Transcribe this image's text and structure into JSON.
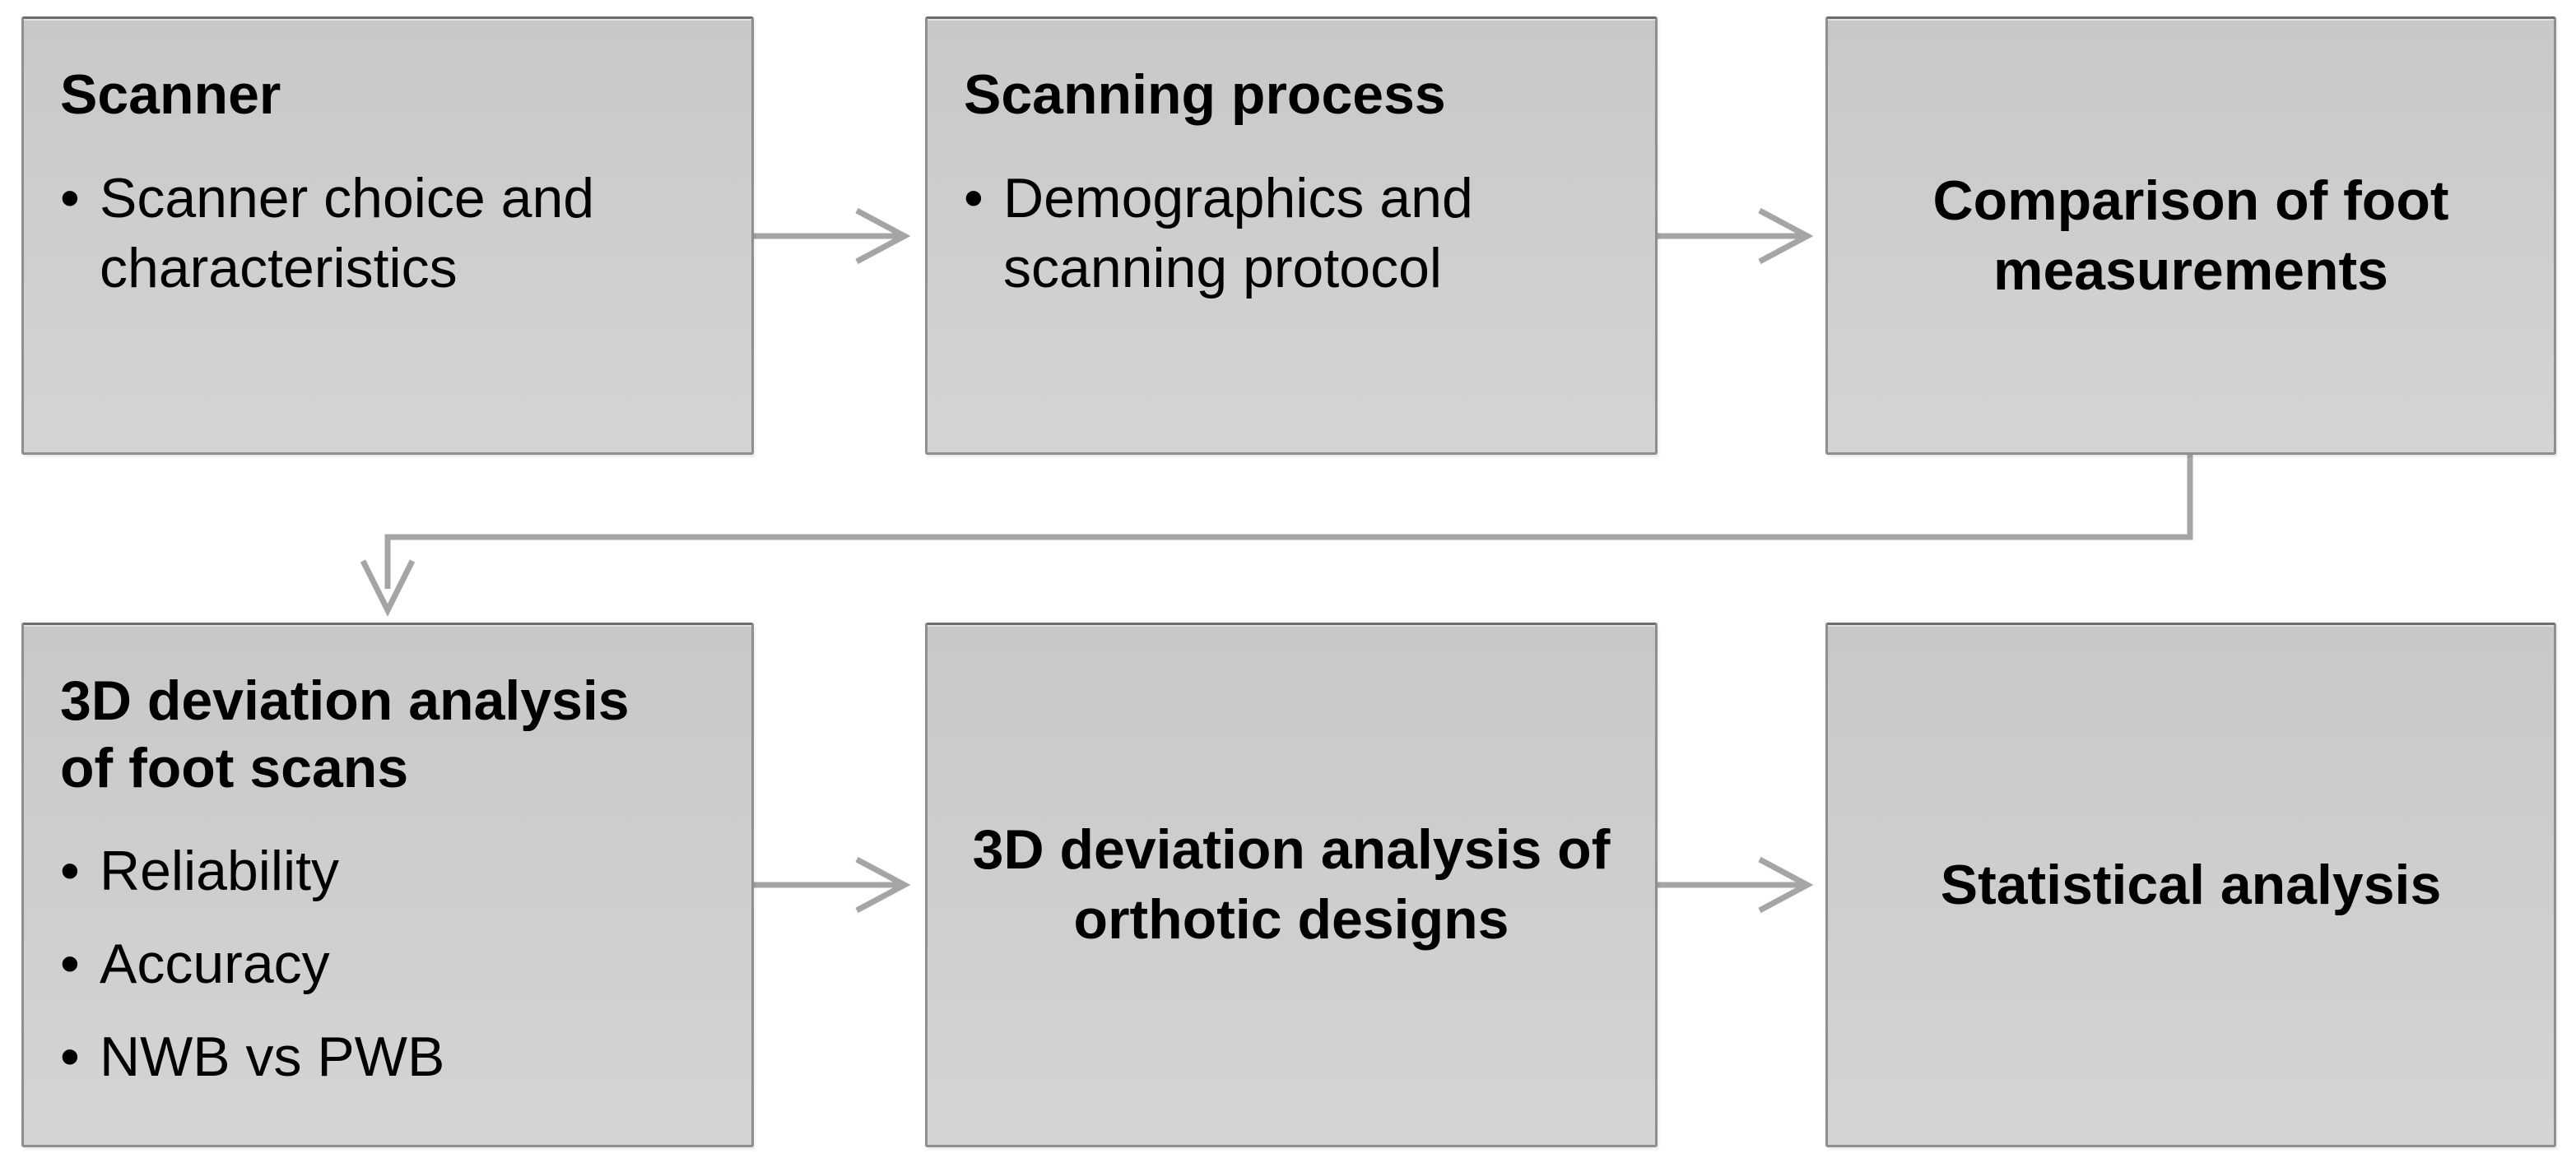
{
  "meta": {
    "bullet_glyph": "•"
  },
  "colors": {
    "background": "#ffffff",
    "node_fill_top": "#c8c8c8",
    "node_fill_bottom": "#d4d4d4",
    "node_border": "#8f8f8f",
    "node_border_top": "#6d6d6d",
    "connector": "#a5a5a5",
    "text": "#000000"
  },
  "boxes": [
    {
      "id": "scanner",
      "title": "Scanner",
      "bullets": [
        "Scanner choice and characteristics"
      ]
    },
    {
      "id": "scanning-process",
      "title": "Scanning process",
      "bullets": [
        "Demographics and scanning protocol"
      ]
    },
    {
      "id": "comparison-of-foot-measurements",
      "title": "Comparison of foot measurements",
      "bullets": []
    },
    {
      "id": "deviation-analysis-foot-scans",
      "title": "3D deviation analysis of foot scans",
      "bullets": [
        "Reliability",
        "Accuracy",
        "NWB vs PWB"
      ]
    },
    {
      "id": "deviation-analysis-orthotic-designs",
      "title": "3D deviation analysis of orthotic designs",
      "bullets": []
    },
    {
      "id": "statistical-analysis",
      "title": "Statistical analysis",
      "bullets": []
    }
  ]
}
